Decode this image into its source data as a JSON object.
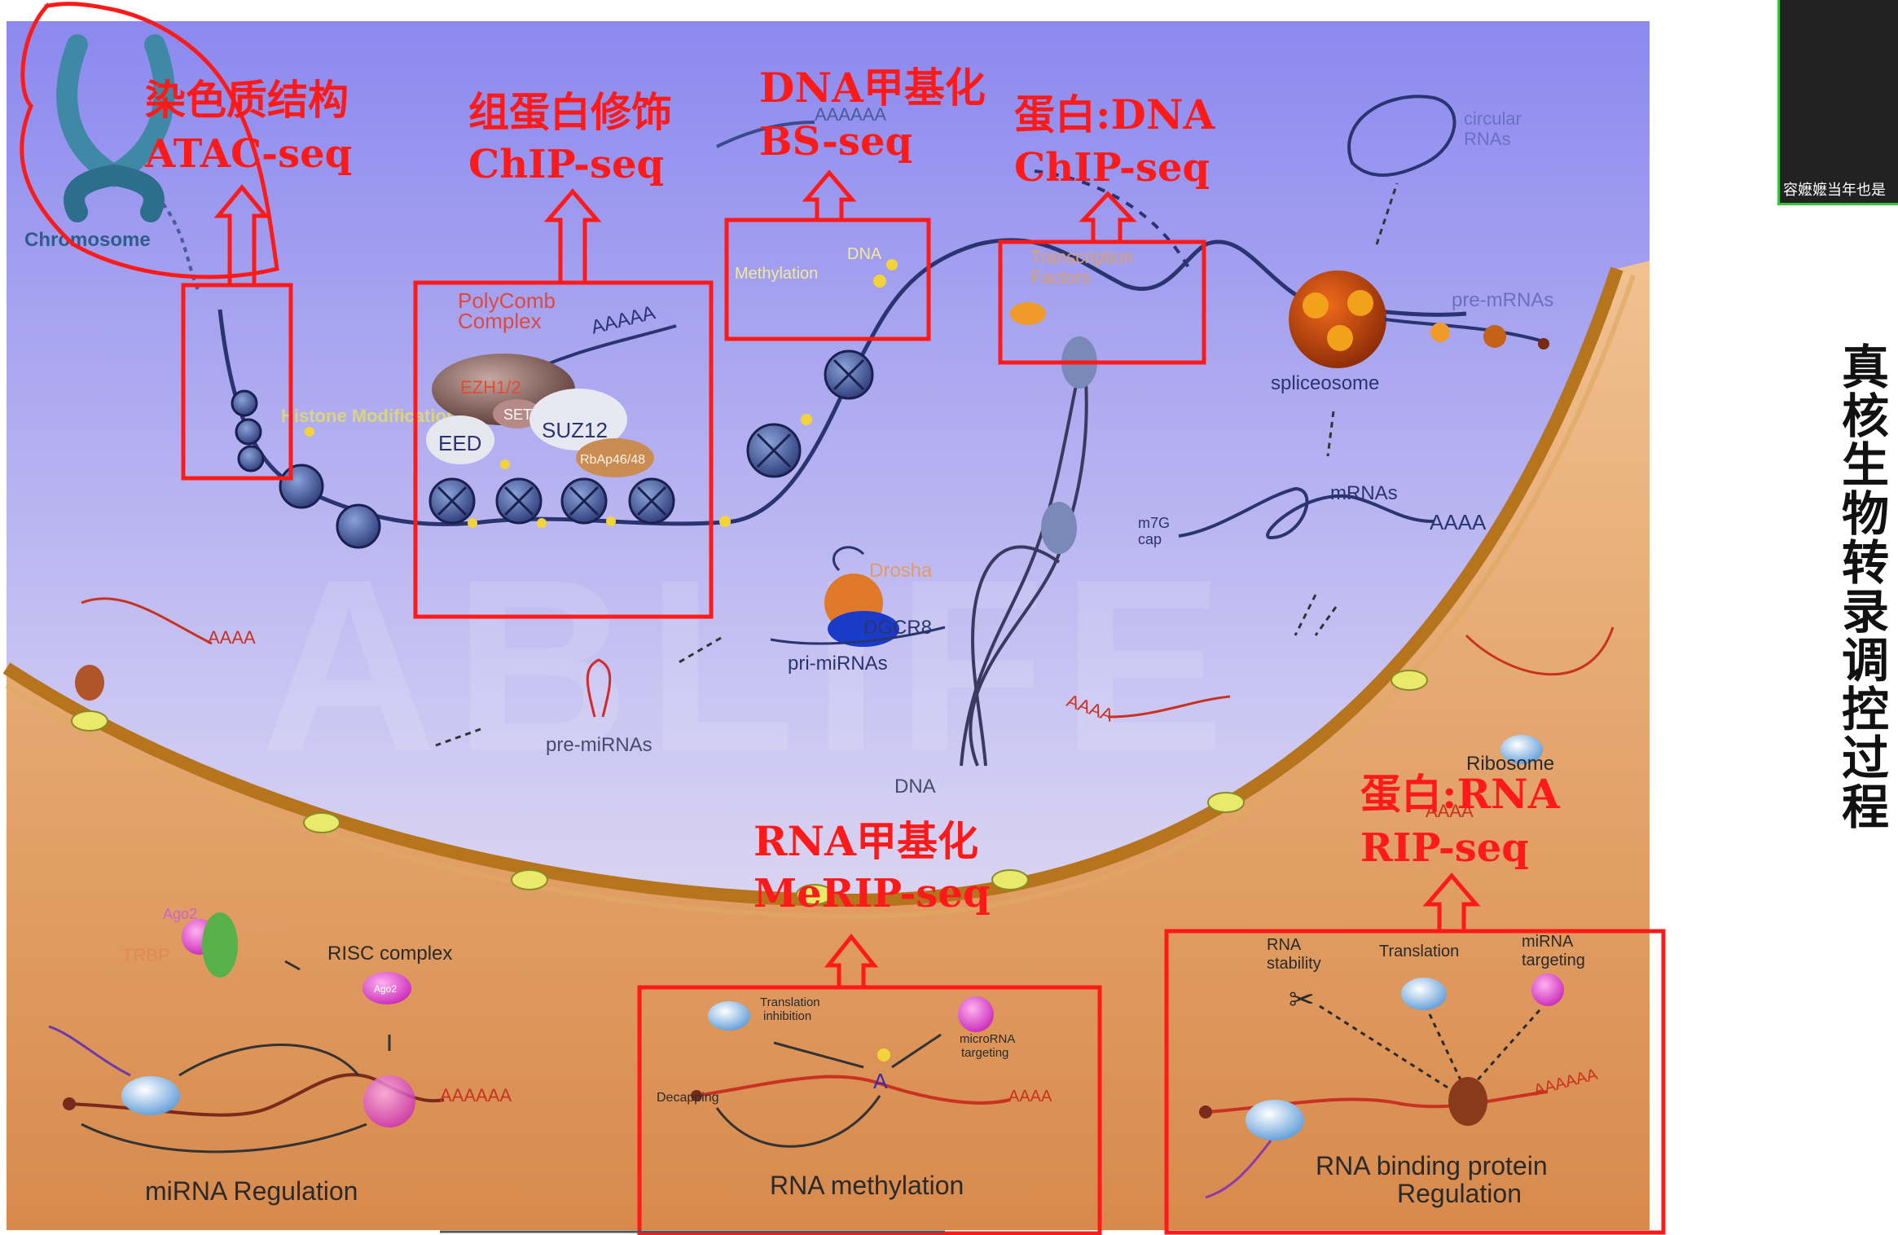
{
  "side_caption": "真核生物转录调控过程",
  "video_tile_name": "容嬷嬷当年也是",
  "watermark": "ABLIFE",
  "nucleus_labels": {
    "chromosome": "Chromosome",
    "histone_modification": "Histone Modification",
    "polycomb": [
      "PolyComb",
      "Complex"
    ],
    "ezh": "EZH1/2",
    "set": "SET",
    "eed": "EED",
    "suz12": "SUZ12",
    "rbap": "RbAp46/48",
    "polya1": "AAAAAA",
    "polya2": "AAAAA",
    "dna_methylation": [
      "DNA",
      "Methylation"
    ],
    "transcription_factors": [
      "Transcription",
      "Factors"
    ],
    "circular_rnas": [
      "circular",
      "RNAs"
    ],
    "pre_mrnas": "pre-mRNAs",
    "spliceosome": "spliceosome",
    "mrnas": "mRNAs",
    "m7g": [
      "m7G",
      "cap"
    ],
    "mrna_polya": "AAAA",
    "drosha": "Drosha",
    "dgcr8": "DGCR8",
    "pri_mirnas": "pri-miRNAs",
    "pre_mirnas": "pre-miRNAs",
    "dna": "DNA",
    "cyto_polya_left": "AAAA",
    "cyto_polya_mid": "AAAA",
    "ribosome": "Ribosome",
    "ribosome_polya": "AAAA"
  },
  "cytoplasm_labels": {
    "ago2": "Ago2",
    "dicer": "Dicer",
    "trbp": "TRBP",
    "risc": "RISC complex",
    "risc_ago": "Ago2",
    "mirna_polya": "AAAAAA",
    "mirna_regulation": "miRNA Regulation",
    "translation_inhibition": [
      "Translation",
      "inhibition"
    ],
    "microrna_targeting": [
      "microRNA",
      "targeting"
    ],
    "decapping": "Decapping",
    "methyl_a": "A",
    "methyl_polya": "AAAA",
    "rna_methylation": "RNA methylation",
    "rna_stability": [
      "RNA",
      "stability"
    ],
    "translation": "Translation",
    "mirna_targeting": [
      "miRNA",
      "targeting"
    ],
    "rbp_polya": "AAAAAA",
    "rbp_regulation": [
      "RNA binding protein",
      "Regulation"
    ]
  },
  "annotations": [
    {
      "id": "chromatin",
      "line1": "染色质结构",
      "line2": "ATAC-seq"
    },
    {
      "id": "histone",
      "line1": "组蛋白修饰",
      "line2": "ChIP-seq"
    },
    {
      "id": "dna-methyl",
      "line1": "DNA甲基化",
      "line2": "BS-seq"
    },
    {
      "id": "protein-dna",
      "line1": "蛋白:DNA",
      "line2": "ChIP-seq"
    },
    {
      "id": "rna-methyl",
      "line1": "RNA甲基化",
      "line2": "MeRIP-seq"
    },
    {
      "id": "protein-rna",
      "line1": "蛋白:RNA",
      "line2": "RIP-seq"
    }
  ],
  "colors": {
    "nucleus_top": "#8e8cf0",
    "nucleus_bottom": "#f1eaf1",
    "cytoplasm_top": "#eebd8a",
    "cytoplasm_bottom": "#d98a4a",
    "annotation_red": "#ff1a1a"
  }
}
